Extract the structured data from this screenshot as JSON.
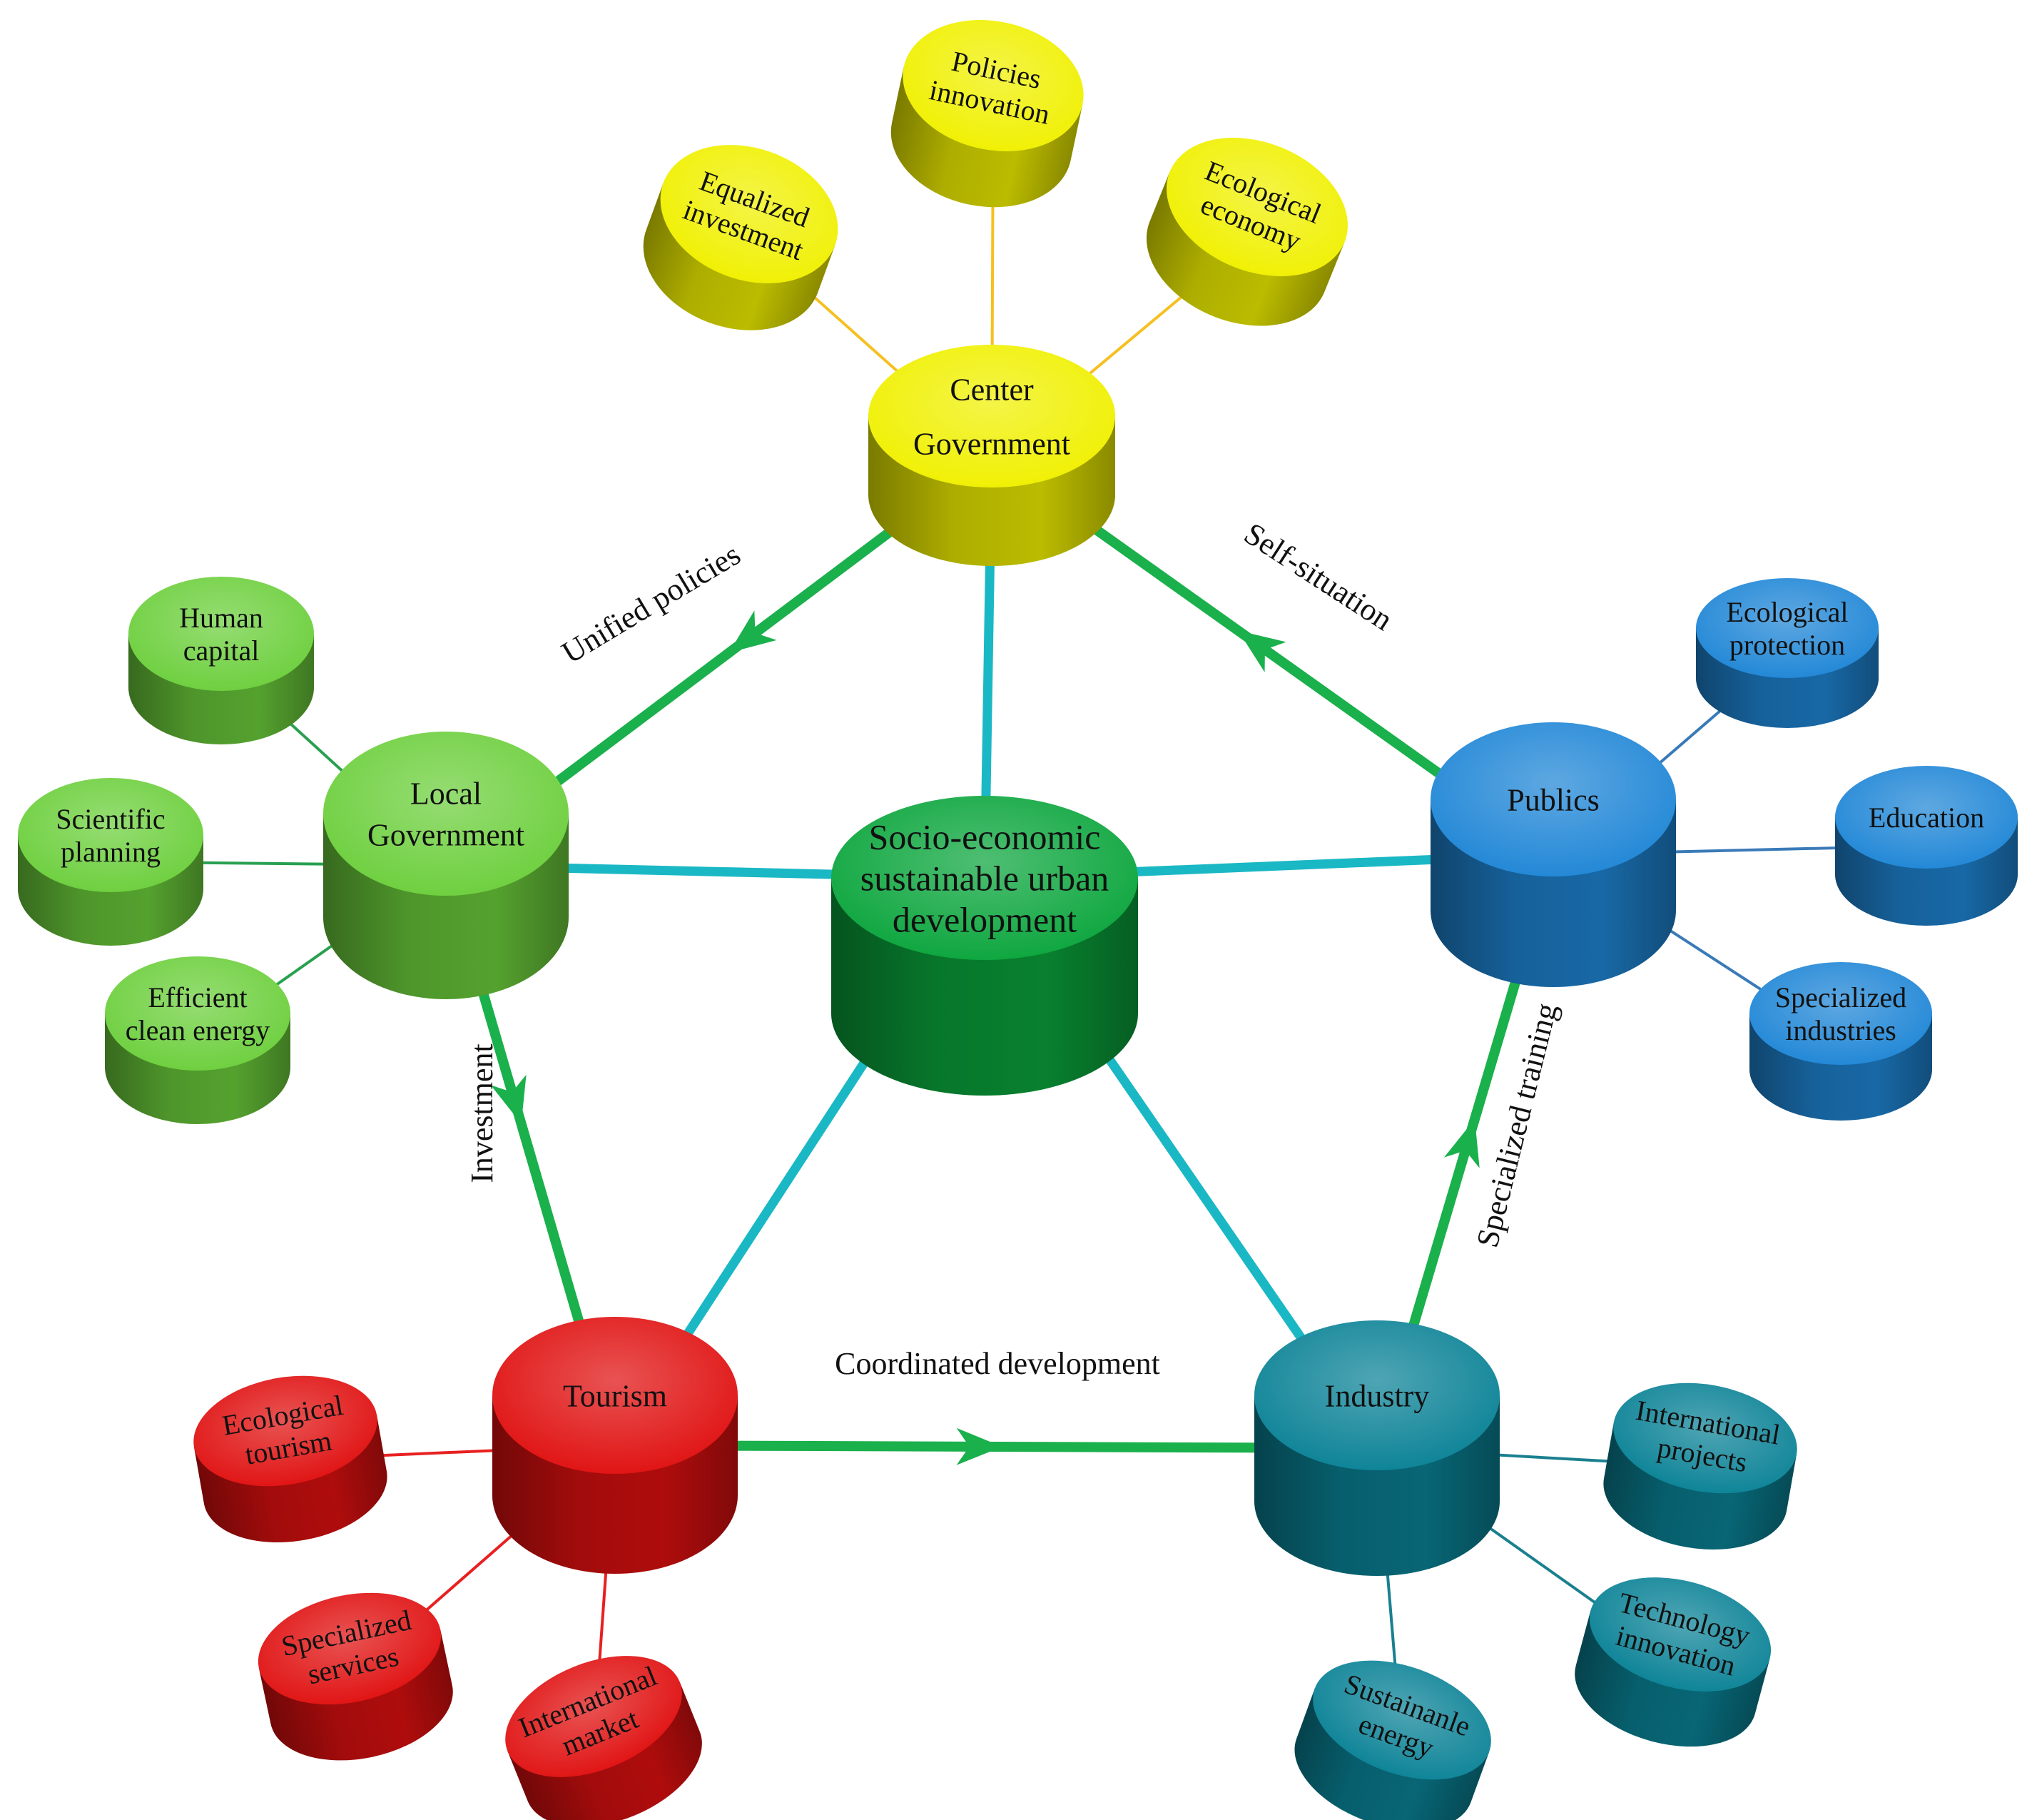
{
  "colors": {
    "center": "#0aa53c",
    "yellow": "#f0f000",
    "green": "#6ccf3c",
    "blue": "#1f86d6",
    "red": "#e01010",
    "teal": "#0a8296",
    "flow_edge": "#1ab04c",
    "spoke_edge": "#1ab8c4"
  },
  "central": {
    "lines": [
      "Socio-economic",
      "sustainable urban",
      "development"
    ]
  },
  "nodes": {
    "center_government": {
      "lines": [
        "Center",
        "Government"
      ]
    },
    "local_government": {
      "lines": [
        "Local",
        "Government"
      ]
    },
    "publics": {
      "lines": [
        "Publics"
      ]
    },
    "tourism": {
      "lines": [
        "Tourism"
      ]
    },
    "industry": {
      "lines": [
        "Industry"
      ]
    }
  },
  "children": {
    "center_government": [
      {
        "lines": [
          "Equalized",
          "investment"
        ]
      },
      {
        "lines": [
          "Policies",
          "innovation"
        ]
      },
      {
        "lines": [
          "Ecological",
          "economy"
        ]
      }
    ],
    "local_government": [
      {
        "lines": [
          "Human",
          "capital"
        ]
      },
      {
        "lines": [
          "Scientific",
          "planning"
        ]
      },
      {
        "lines": [
          "Efficient",
          "clean energy"
        ]
      }
    ],
    "publics": [
      {
        "lines": [
          "Ecological",
          "protection"
        ]
      },
      {
        "lines": [
          "Education"
        ]
      },
      {
        "lines": [
          "Specialized",
          "industries"
        ]
      }
    ],
    "tourism": [
      {
        "lines": [
          "Ecological",
          "tourism"
        ]
      },
      {
        "lines": [
          "Specialized",
          "services"
        ]
      },
      {
        "lines": [
          "International",
          "market"
        ]
      }
    ],
    "industry": [
      {
        "lines": [
          "International",
          "projects"
        ]
      },
      {
        "lines": [
          "Technology",
          "innovation"
        ]
      },
      {
        "lines": [
          "Sustainanle",
          "energy"
        ]
      }
    ]
  },
  "flows": {
    "unified_policies": "Unified policies",
    "self_situation": "Self-situation",
    "investment": "Investment",
    "specialized_training": "Specialized training",
    "coordinated_development": "Coordinated development"
  }
}
